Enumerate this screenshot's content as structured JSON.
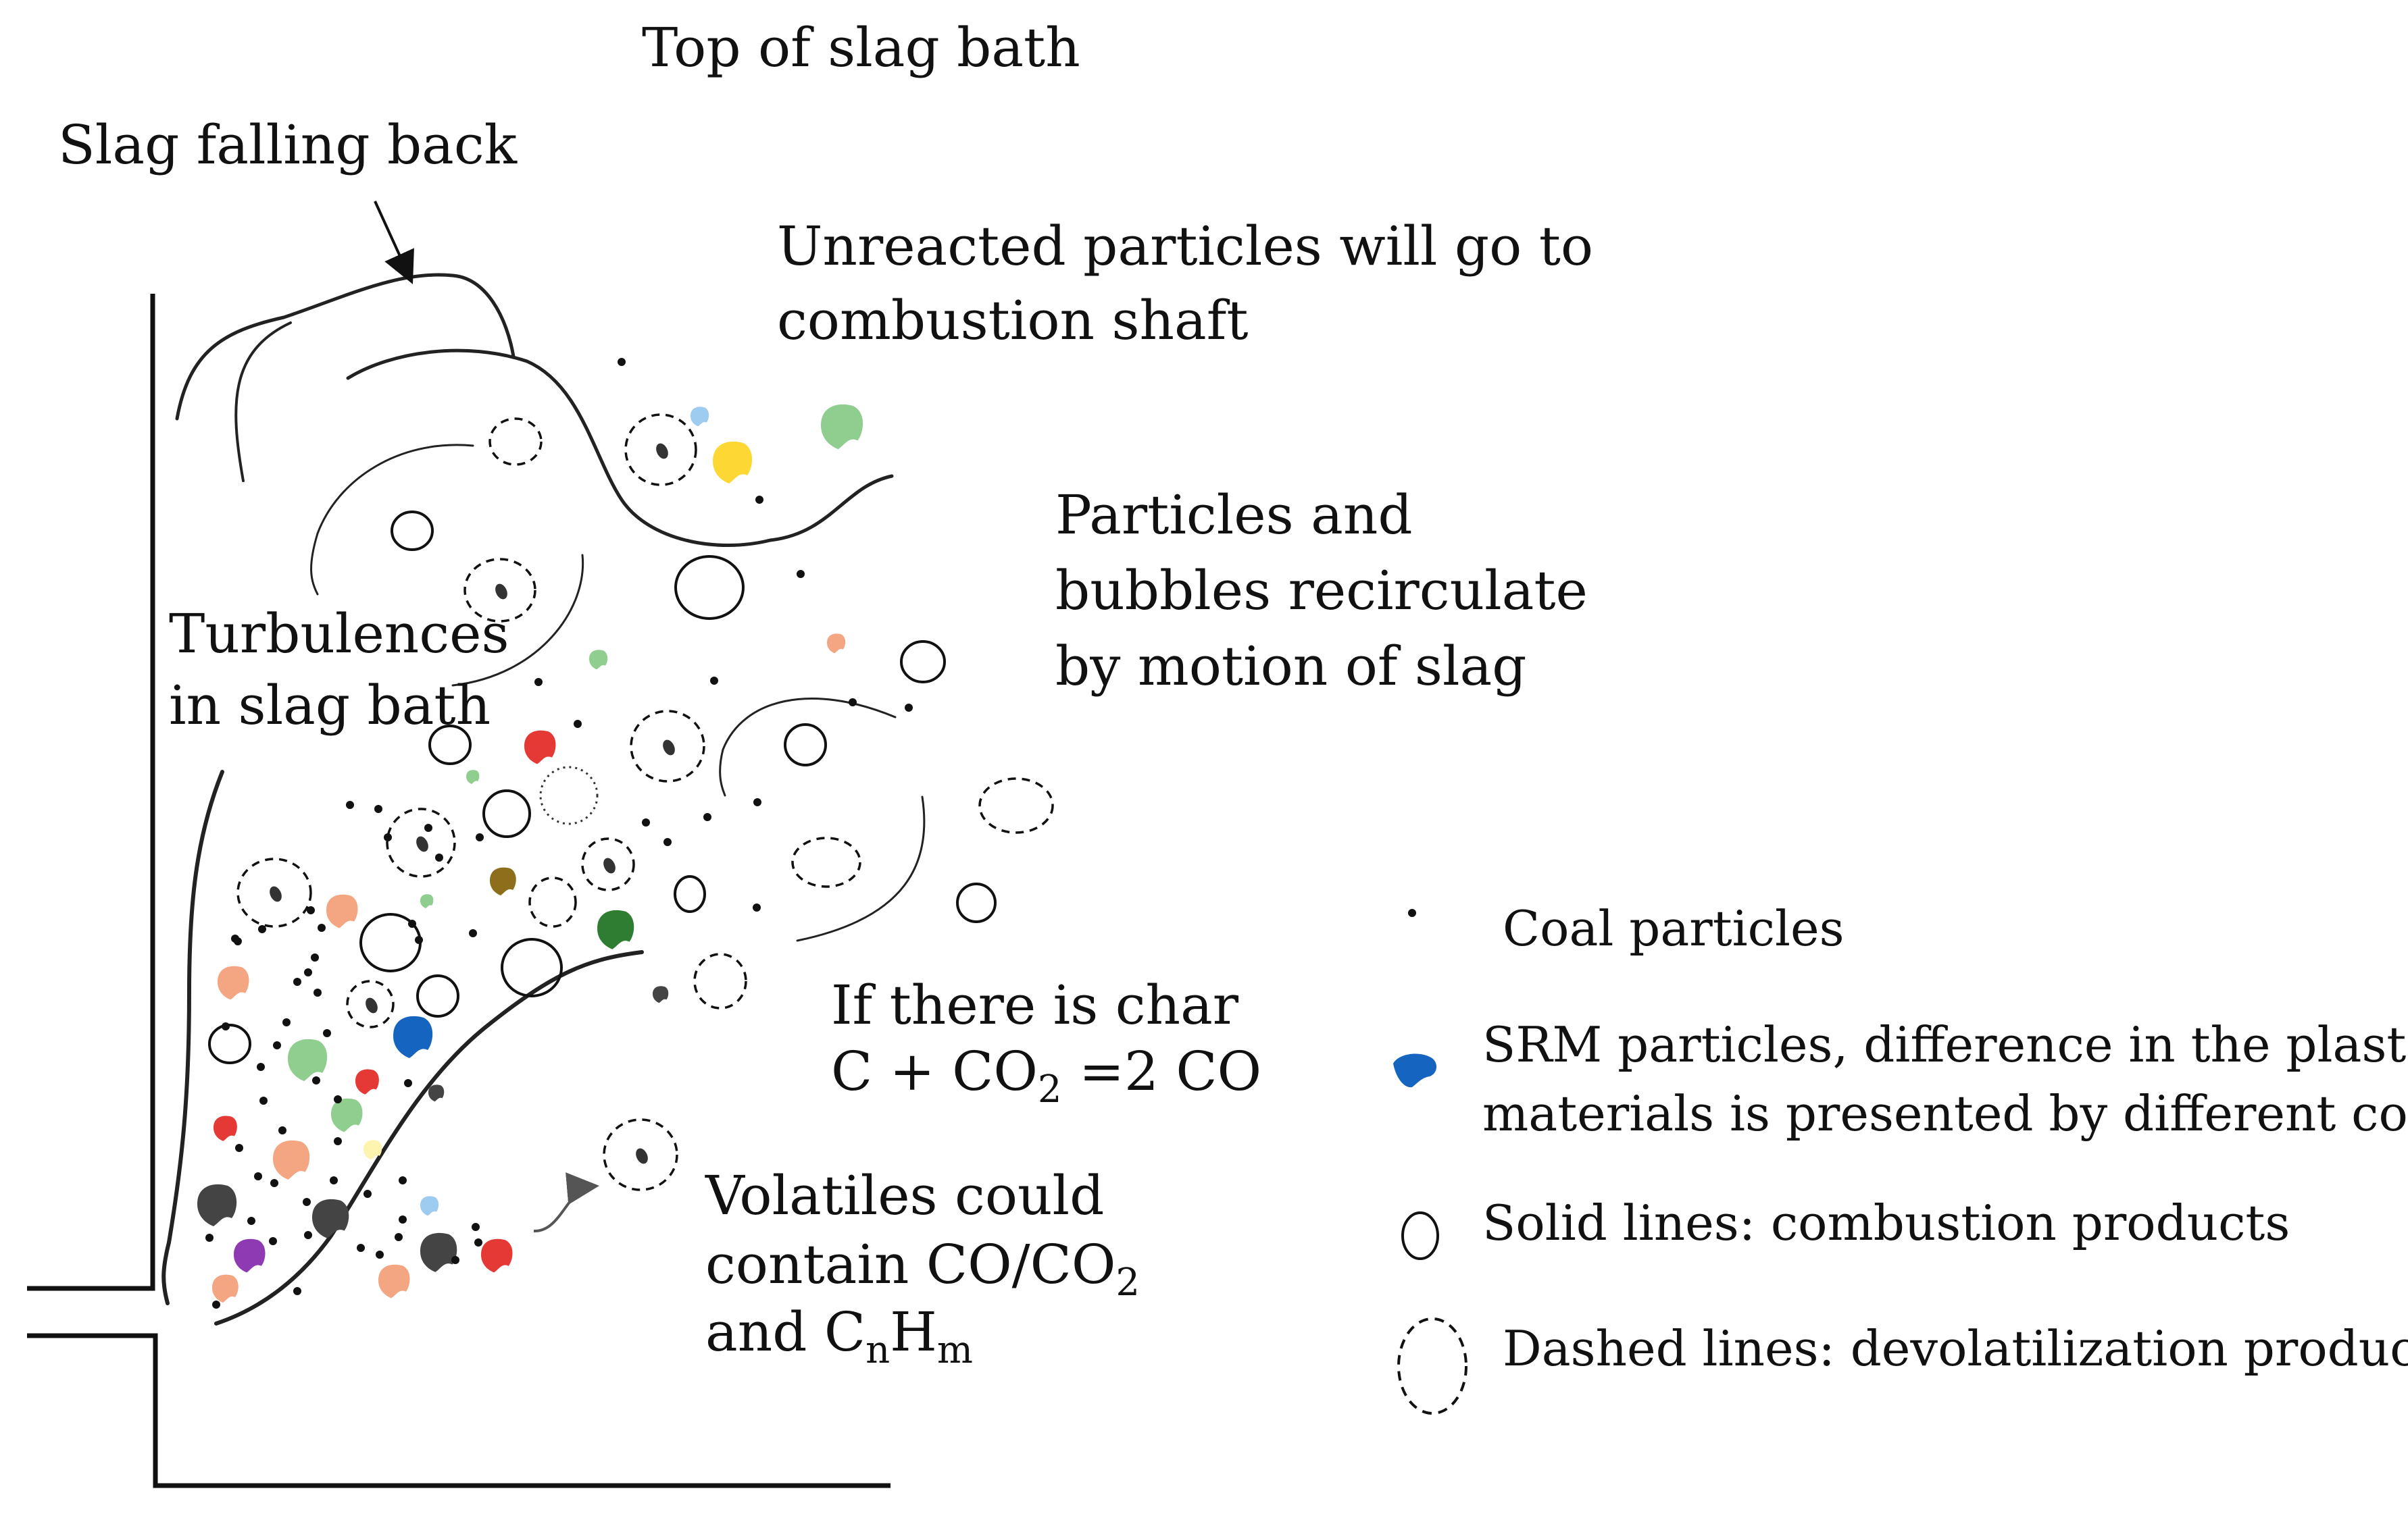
{
  "labels": {
    "top": "Top of slag bath",
    "falling": "Slag falling back",
    "unreacted_1": "Unreacted particles will go to",
    "unreacted_2": "combustion shaft",
    "recirc_1": "Particles and",
    "recirc_2": "bubbles recirculate",
    "recirc_3": "by motion of slag",
    "turb_1": "Turbulences",
    "turb_2": "in slag bath",
    "char_1": "If there is char",
    "char_eq": {
      "a": "C + CO",
      "sub": "2",
      "b": " =2 CO"
    },
    "vol_1": "Volatiles could",
    "vol_2": {
      "a": "contain CO/CO",
      "sub": "2"
    },
    "vol_3": {
      "a": "and C",
      "sub1": "n",
      "b": "H",
      "sub2": "m"
    }
  },
  "legend": {
    "coal": "Coal particles",
    "srm_1": "SRM particles, difference in the plastic",
    "srm_2": "materials is presented by different colors",
    "solid": "Solid lines: combustion products",
    "dashed": "Dashed lines: devolatilization products"
  },
  "colors": {
    "line": "#111111",
    "coal": "#111111",
    "srm_blue": "#1565c0",
    "srm_light_green": "#8fce8f",
    "srm_dark_green": "#2e7d32",
    "srm_red": "#e53935",
    "srm_salmon": "#f4a582",
    "srm_yellow": "#fdd835",
    "srm_light_yellow": "#fff3b0",
    "srm_light_blue": "#9ecbf0",
    "srm_purple": "#8e3bb3",
    "srm_brown": "#8d6e1a",
    "srm_dark_gray": "#444444"
  }
}
